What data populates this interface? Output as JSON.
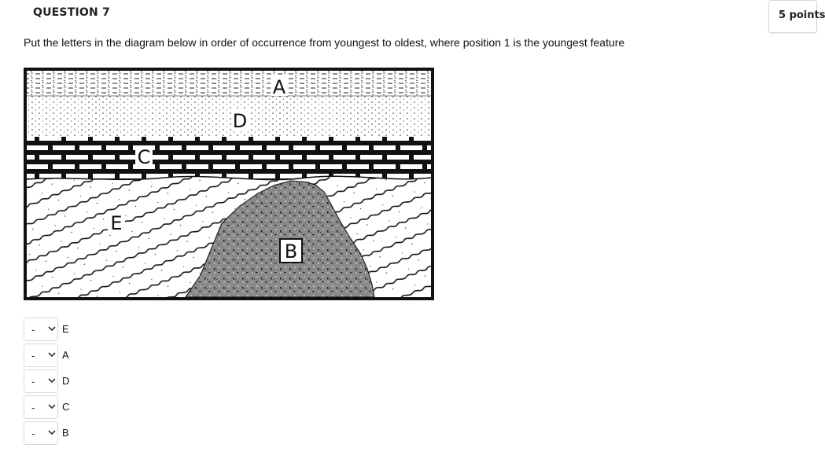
{
  "question": {
    "title": "QUESTION 7",
    "points": "5 points",
    "prompt": "Put the letters in the diagram below in order of occurrence from youngest to oldest, where position 1 is the youngest feature"
  },
  "diagram": {
    "labels": {
      "A": "A",
      "B": "B",
      "C": "C",
      "D": "D",
      "E": "E"
    },
    "colors": {
      "outline": "#111111",
      "intrusion_fill": "#8a8a8a",
      "label_bg": "#ffffff"
    }
  },
  "answers": [
    {
      "selected": "-",
      "label": "E",
      "icon": "chevron-down-icon"
    },
    {
      "selected": "-",
      "label": "A",
      "icon": "chevron-down-icon"
    },
    {
      "selected": "-",
      "label": "D",
      "icon": "chevron-down-icon"
    },
    {
      "selected": "-",
      "label": "C",
      "icon": "chevron-down-icon"
    },
    {
      "selected": "-",
      "label": "B",
      "icon": "chevron-down-icon"
    }
  ]
}
